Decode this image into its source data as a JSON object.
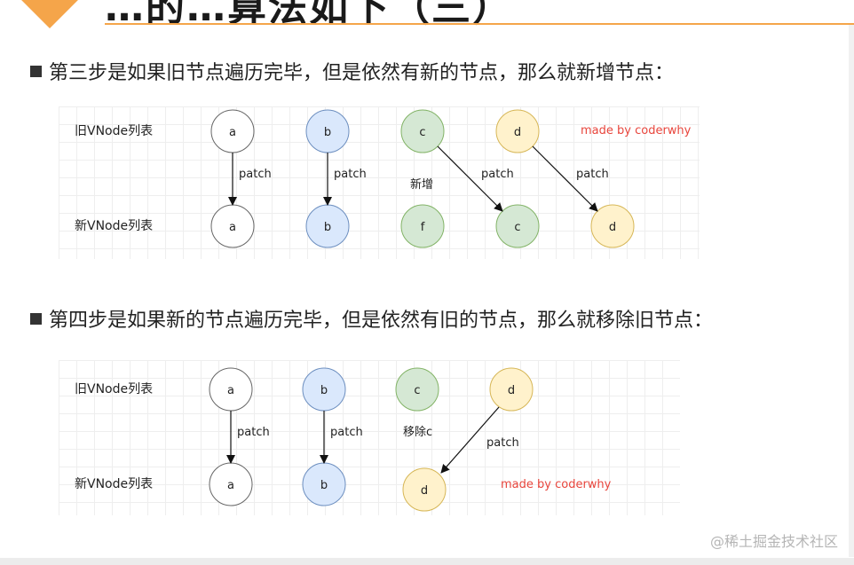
{
  "header": {
    "title": "…的…算法如下（三）"
  },
  "steps": [
    {
      "text": "第三步是如果旧节点遍历完毕，但是依然有新的节点，那么就新增节点：",
      "diagram": {
        "old_label": "旧VNode列表",
        "new_label": "新VNode列表",
        "old_nodes": [
          "a",
          "b",
          "c",
          "d"
        ],
        "new_nodes": [
          "a",
          "b",
          "f",
          "c",
          "d"
        ],
        "patch_label": "patch",
        "note": "新增",
        "credit": "made by coderwhy"
      }
    },
    {
      "text": "第四步是如果新的节点遍历完毕，但是依然有旧的节点，那么就移除旧节点：",
      "diagram": {
        "old_label": "旧VNode列表",
        "new_label": "新VNode列表",
        "old_nodes": [
          "a",
          "b",
          "c",
          "d"
        ],
        "new_nodes": [
          "a",
          "b",
          "d"
        ],
        "patch_label": "patch",
        "note": "移除c",
        "credit": "made by coderwhy"
      }
    }
  ],
  "colors": {
    "white_node": "#ffffff",
    "blue_node": "#dae8fc",
    "blue_stroke": "#6c8ebf",
    "green_node": "#d5e8d4",
    "green_stroke": "#82b366",
    "yellow_node": "#fff2cc",
    "yellow_stroke": "#d6b656",
    "credit": "#e8453c",
    "accent": "#f5a54a"
  },
  "footer": {
    "watermark": "@稀土掘金技术社区"
  }
}
